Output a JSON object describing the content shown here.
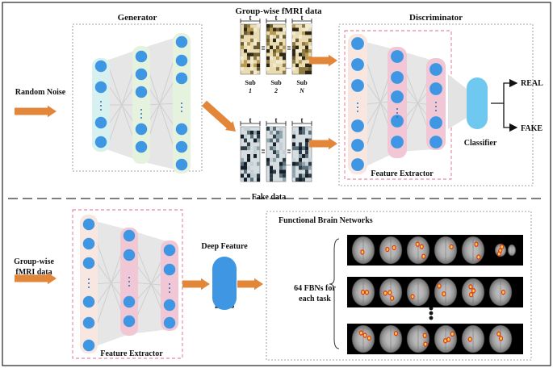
{
  "top": {
    "generator_title": "Generator",
    "random_noise": "Random Noise",
    "groupwise_title": "Group-wise fMRI data",
    "t_label": "t",
    "sub_word": "Sub",
    "sub_numbers": [
      "1",
      "2",
      "N"
    ],
    "ellipsis": "...",
    "fake_data": "Fake data",
    "discriminator_title": "Discriminator",
    "feature_extractor": "Feature Extractor",
    "classifier": "Classifier",
    "real": "REAL",
    "fake": "FAKE"
  },
  "bottom": {
    "groupwise_line1": "Group-wise",
    "groupwise_line2": "fMRI data",
    "feature_extractor": "Feature Extractor",
    "deep_feature": "Deep Feature",
    "lasso": "Lasso",
    "fbn_title": "Functional Brain Networks",
    "fbn_count_line1": "64 FBNs for",
    "fbn_count_line2": "each task"
  },
  "colors": {
    "arrow": "#e2873a",
    "node": "#3f97e3",
    "layer_cyan": "#d7f1f1",
    "layer_green": "#e5f3de",
    "layer_pink": "#f1c7d6",
    "layer_peach": "#f8e6e0",
    "classifier": "#6ec8f0"
  }
}
